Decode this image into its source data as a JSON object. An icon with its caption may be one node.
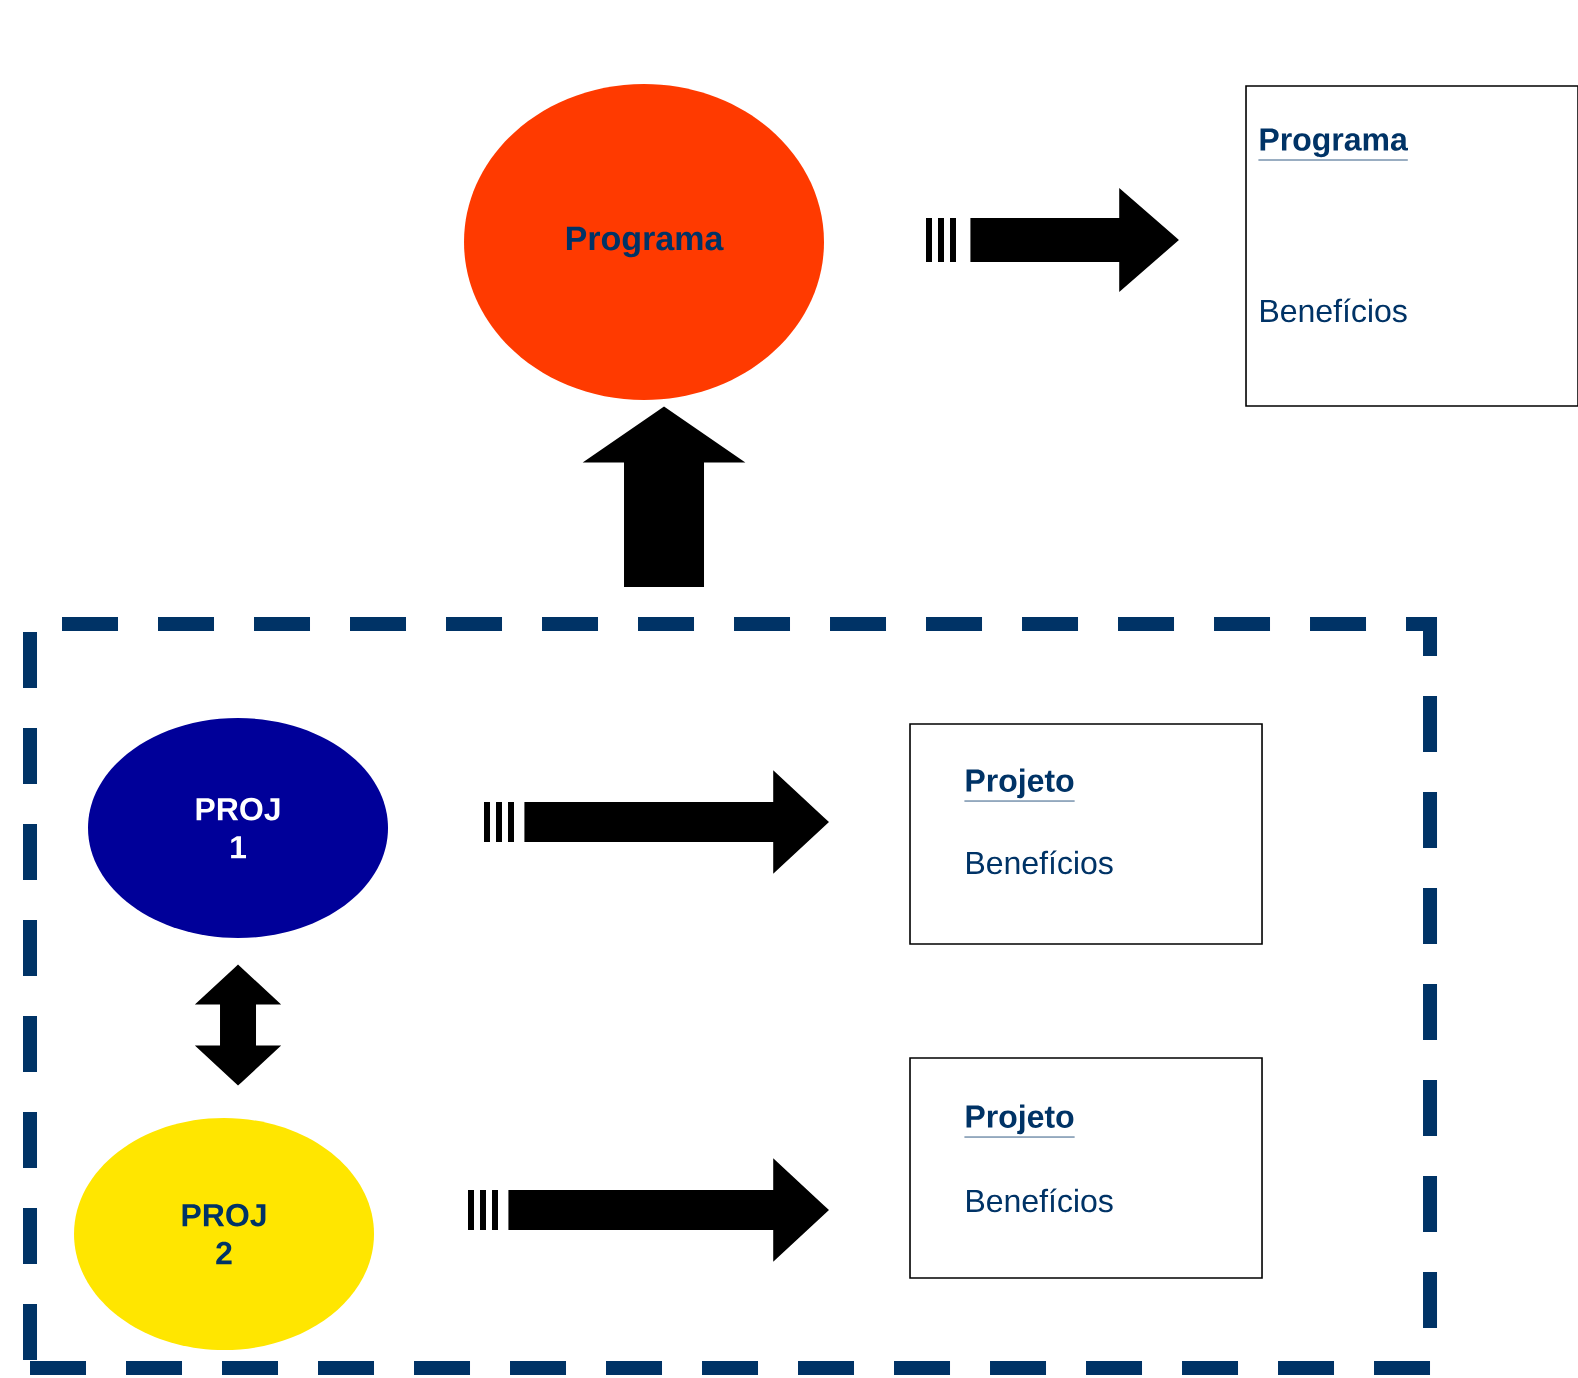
{
  "diagram": {
    "nodes": [
      {
        "text": [
          "Programa"
        ]
      },
      {
        "text": [
          "Programa",
          "Benefícios"
        ]
      },
      {
        "text": [],
        "shape": "box"
      },
      {
        "text": [
          "PROJ 1"
        ],
        "in": 2
      },
      {
        "text": [
          "Projeto",
          "Benefícios"
        ],
        "in": 2
      },
      {
        "text": [
          "PROJ 2"
        ],
        "in": 2
      },
      {
        "text": [
          "Projeto",
          "Benefícios"
        ],
        "in": 2
      }
    ],
    "edges": [
      {
        "from": 0,
        "to": 1,
        "arrow": "to"
      },
      {
        "from": 2,
        "to": 0,
        "arrow": "to",
        "style": "thick"
      },
      {
        "from": 3,
        "to": 4,
        "arrow": "to"
      },
      {
        "from": 3,
        "to": 5,
        "arrow": "both"
      },
      {
        "from": 5,
        "to": 6,
        "arrow": "to"
      }
    ]
  }
}
